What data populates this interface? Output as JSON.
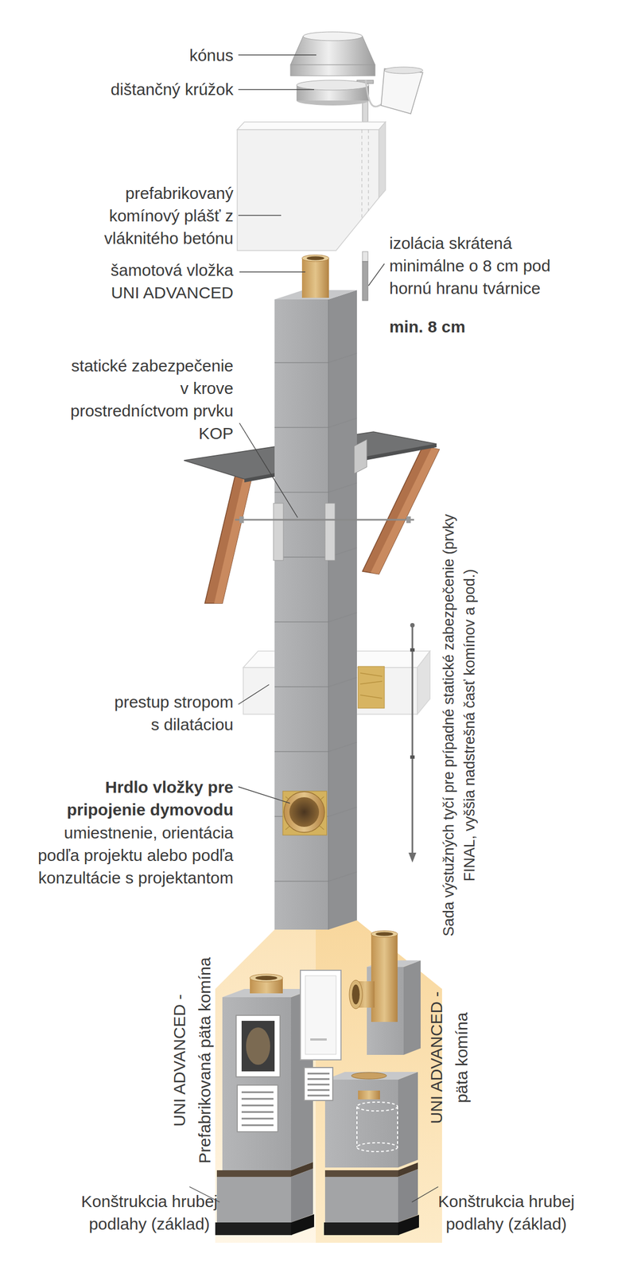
{
  "diagram": {
    "labels": [
      "kónus",
      "dištančný krúžok",
      "prefabrikovaný komínový plášť z vláknitého betónu",
      "šamotová vložka UNI ADVANCED",
      "izolácia skrátená minimálne o 8 cm pod hornú hranu tvárnice",
      "min. 8 cm",
      "statické zabezpečenie v krove prostredníctvom prvku KOP",
      "Sada výstužných tyčí pre prípadné statické zabezpečenie (prvky FINAL, vyššia nadstrešná časť komínov a pod.)",
      "prestup stropom s dilatáciou",
      "Hrdlo vložky pre pripojenie dymovodu",
      "umiestnenie, orientácia podľa projektu alebo podľa konzultácie s projektantom",
      "UNI ADVANCED - Prefabrikovaná päta komína",
      "UNI ADVANCED - päta komína",
      "Konštrukcia hrubej podlahy (základ)",
      "Konštrukcia hrubej podlahy (základ)"
    ]
  }
}
